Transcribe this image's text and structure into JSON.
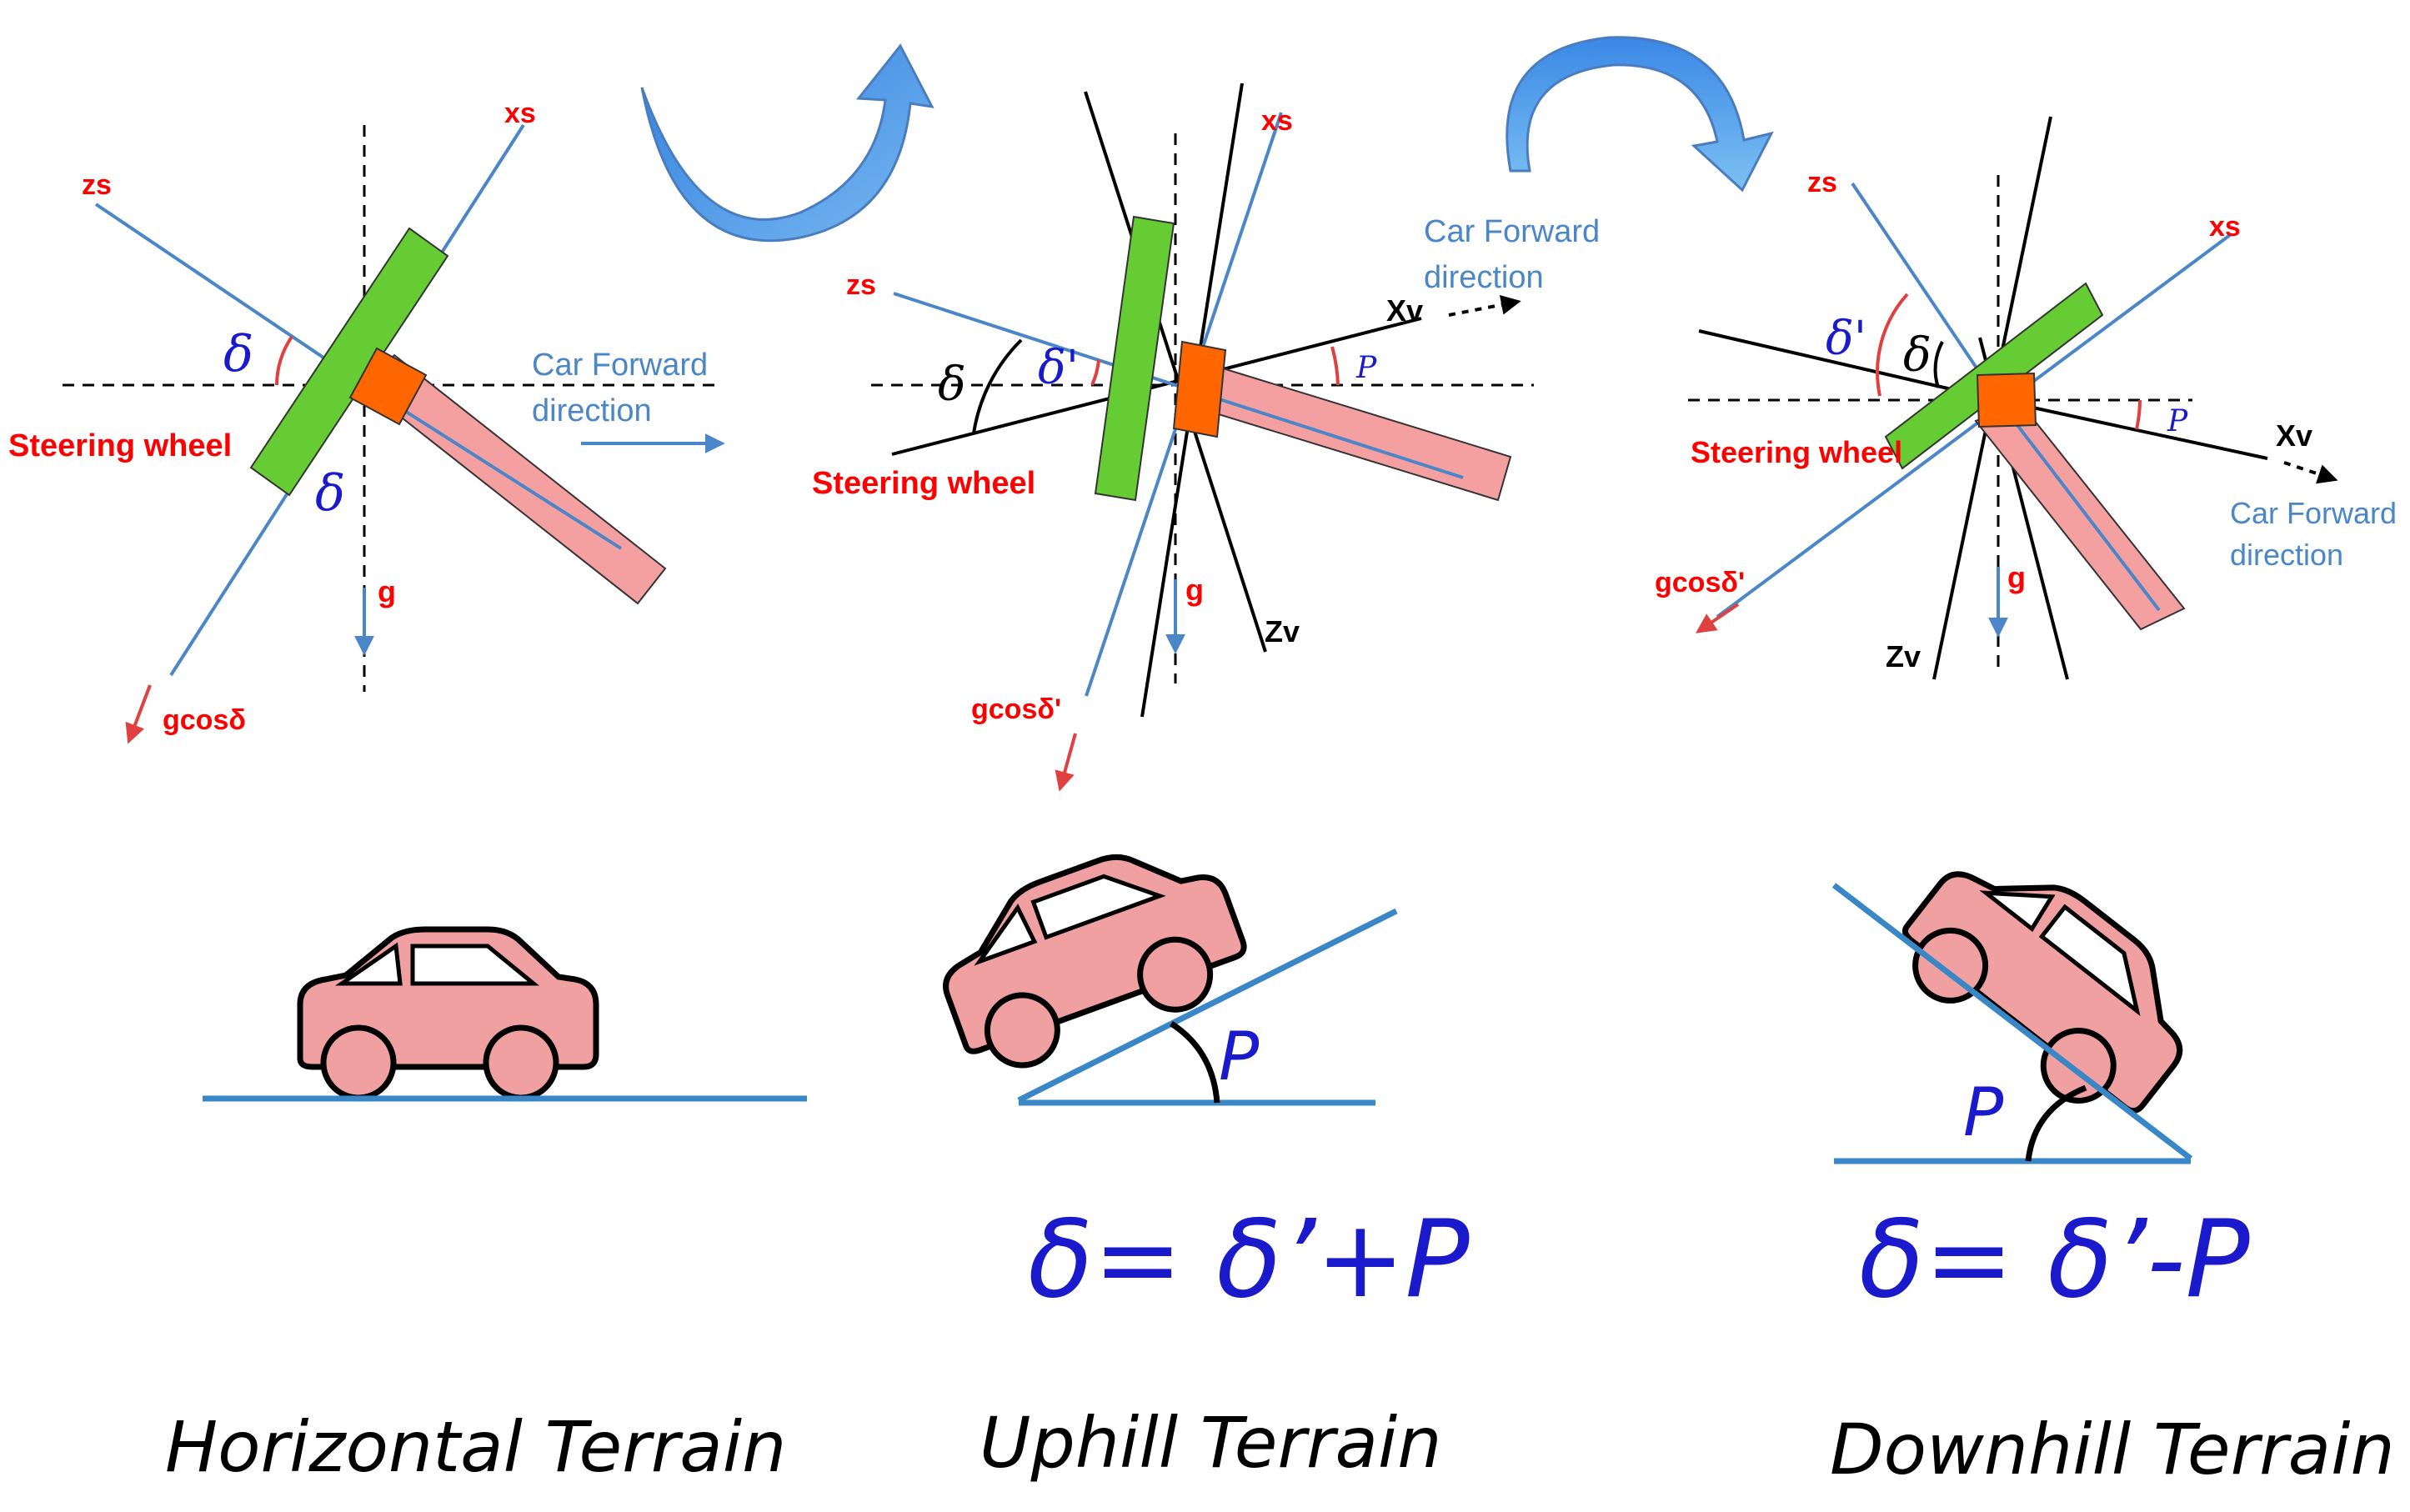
{
  "panels": {
    "horizontal": {
      "zs": "zs",
      "xs": "xs",
      "delta_top": "δ",
      "delta_bottom": "δ",
      "steering_wheel": "Steering wheel",
      "car_forward_1": "Car Forward",
      "car_forward_2": "direction",
      "g": "g",
      "gcos": "gcosδ",
      "caption": "Horizontal Terrain"
    },
    "uphill": {
      "zs": "zs",
      "xs": "xs",
      "xv": "Xv",
      "zv": "Zv",
      "delta": "δ",
      "delta_prime": "δ'",
      "p": "P",
      "steering_wheel": "Steering wheel",
      "car_forward_1": "Car Forward",
      "car_forward_2": "direction",
      "g": "g",
      "gcos": "gcosδ'",
      "slope_p": "P",
      "formula": "δ= δ’+P",
      "caption": "Uphill Terrain"
    },
    "downhill": {
      "zs": "zs",
      "xs": "xs",
      "xv": "Xv",
      "zv": "Zv",
      "delta": "δ",
      "delta_prime": "δ'",
      "p": "P",
      "steering_wheel": "Steering wheel",
      "car_forward_1": "Car Forward",
      "car_forward_2": "direction",
      "g": "g",
      "gcos": "gcosδ'",
      "slope_p": "P",
      "formula": "δ= δ’-P",
      "caption": "Downhill Terrain"
    }
  },
  "colors": {
    "axis_blue": "#4a86c8",
    "label_red": "#ff0000",
    "greek_blue": "#1a1acc",
    "wheel_green": "#66cc33",
    "hub_orange": "#ff6600",
    "column_pink": "#f4a0a0",
    "car_pink": "#f0a0a0",
    "ground_blue": "#3a87c8",
    "arrow_blue": "#3d8ee0"
  }
}
